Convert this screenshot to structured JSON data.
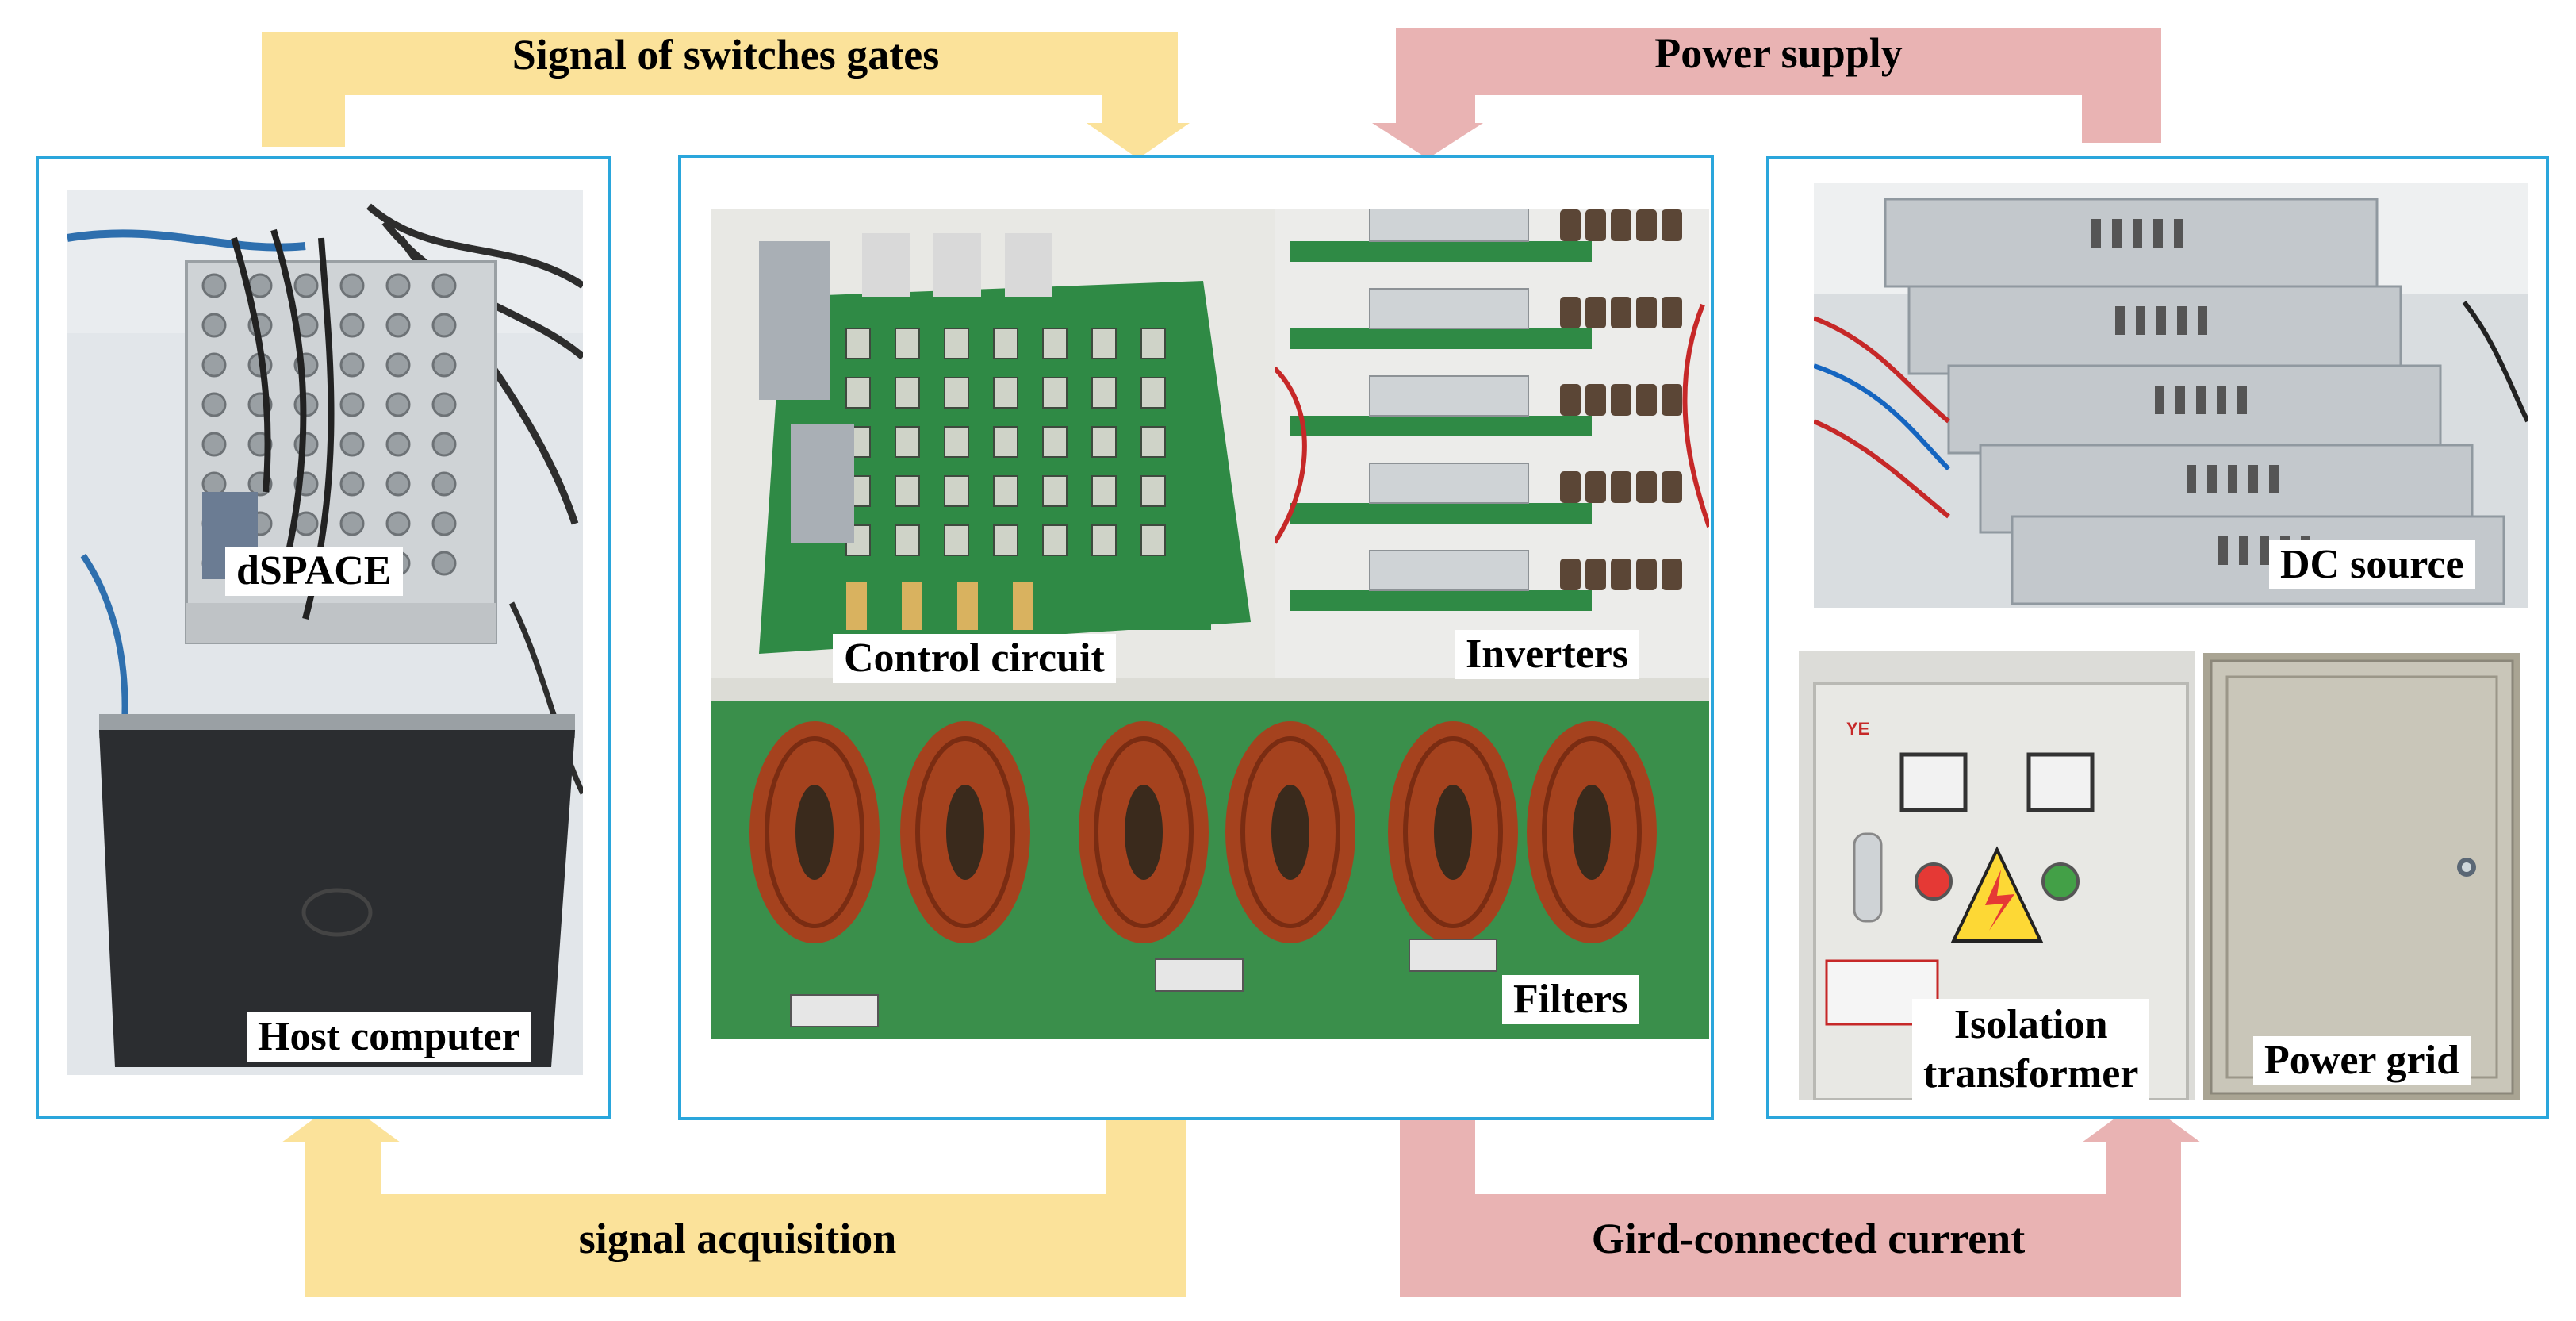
{
  "colors": {
    "signal_arrow": "#fbe29a",
    "power_arrow": "#e9b3b3",
    "panel_border": "#2aa6dc",
    "pcb_green": "#2f8a45",
    "copper": "#a5421e"
  },
  "flows": {
    "signal_gates": "Signal of switches gates",
    "power_supply": "Power supply",
    "signal_acquisition": "signal acquisition",
    "grid_current": "Gird-connected current"
  },
  "panels": {
    "host": {
      "dspace_label": "dSPACE",
      "computer_label": "Host computer"
    },
    "converter": {
      "control_label": "Control circuit",
      "inverters_label": "Inverters",
      "filters_label": "Filters"
    },
    "grid_side": {
      "dc_label": "DC source",
      "transformer_label_line1": "Isolation",
      "transformer_label_line2": "transformer",
      "grid_label": "Power grid"
    }
  }
}
